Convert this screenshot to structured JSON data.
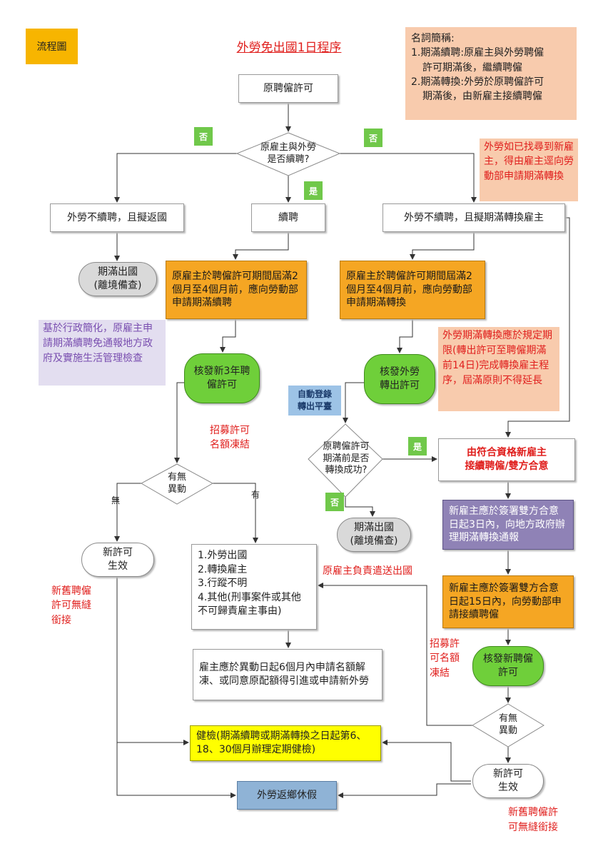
{
  "header": {
    "flowchart_tag": "流程圖",
    "title": "外勞免出國1日程序"
  },
  "glossary": {
    "heading": "名詞簡稱:",
    "item1_a": "1.期滿續聘:原雇主與外勞聘僱",
    "item1_b": "許可期滿後，繼續聘僱",
    "item2_a": "2.期滿轉換:外勞於原聘僱許可",
    "item2_b": "期滿後，由新雇主接續聘僱"
  },
  "nodes": {
    "original_permit": "原聘僱許可",
    "q_continue_a": "原雇主與外勞",
    "q_continue_b": "是否續聘?",
    "no_return_home": "外勞不續聘，且擬返國",
    "continue_hire": "續聘",
    "no_transfer": "外勞不續聘，且擬期滿轉換雇主",
    "depart_a": "期滿出國",
    "depart_b": "(離境備查)",
    "apply_continue": "原雇主於聘僱許可期間屆滿2個月至4個月前，應向勞動部申請期滿續聘",
    "apply_transfer": "原雇主於聘僱許可期間屆滿2個月至4個月前，應向勞動部申請期滿轉換",
    "issue_3yr_a": "核發新3年聘",
    "issue_3yr_b": "僱許可",
    "issue_transfer_a": "核發外勞",
    "issue_transfer_b": "轉出許可",
    "auto_reg_a": "自動登錄",
    "auto_reg_b": "轉出平臺",
    "q_change1_a": "有無",
    "q_change1_b": "異動",
    "q_transfer_a": "原聘僱許可",
    "q_transfer_b": "期滿前是否",
    "q_transfer_c": "轉換成功?",
    "new_employer_a": "由符合資格新雇主",
    "new_employer_b": "接續聘僱/雙方合意",
    "notify_local": "新雇主應於簽署雙方合意日起3日內，向地方政府辦理期滿轉換通報",
    "apply_new_hire": "新雇主應於簽署雙方合意日起15日內，向勞動部申請接續聘僱",
    "issue_new_a": "核發新聘僱",
    "issue_new_b": "許可",
    "q_change2_a": "有無",
    "q_change2_b": "異動",
    "new_permit1_a": "新許可",
    "new_permit1_b": "生效",
    "new_permit2_a": "新許可",
    "new_permit2_b": "生效",
    "change_list": [
      "1.外勞出國",
      "2.轉換雇主",
      "3.行蹤不明",
      "4.其他(刑事案件或其他不可歸責雇主事由)"
    ],
    "quota_apply": "雇主應於異動日起6個月內申請名額解凍、或同意原配額得引進或申請新外勞",
    "depart2_a": "期滿出國",
    "depart2_b": "(離境備查)",
    "health_check": "健檢(期滿續聘或期滿轉換之日起第6、18、30個月辦理定期健檢)",
    "home_leave": "外勞返鄉休假"
  },
  "labels": {
    "no_left": "否",
    "no_right": "否",
    "yes_mid": "是",
    "yes_transfer": "是",
    "no_transfer": "否",
    "wu": "無",
    "you": "有"
  },
  "notes": {
    "found_new_employer": "外勞如已找尋到新雇主，得由雇主逕向勞動部申請期滿轉換",
    "admin_simplify": "基於行政簡化，原雇主申請期滿續聘免通報地方政府及實施生活管理檢查",
    "deadline": "外勞期滿轉換應於規定期限(轉出許可至聘僱期滿前14日)完成轉換雇主程序，屆滿原則不得延長",
    "quota_freeze1_a": "招募許可",
    "quota_freeze1_b": "名額凍結",
    "seamless1_a": "新舊聘僱",
    "seamless1_b": "許可無縫",
    "seamless1_c": "銜接",
    "send_home": "原雇主負責遣送出國",
    "quota_freeze2_a": "招募許",
    "quota_freeze2_b": "可名額",
    "quota_freeze2_c": "凍結",
    "seamless2_a": "新舊聘僱許",
    "seamless2_b": "可無縫銜接"
  }
}
